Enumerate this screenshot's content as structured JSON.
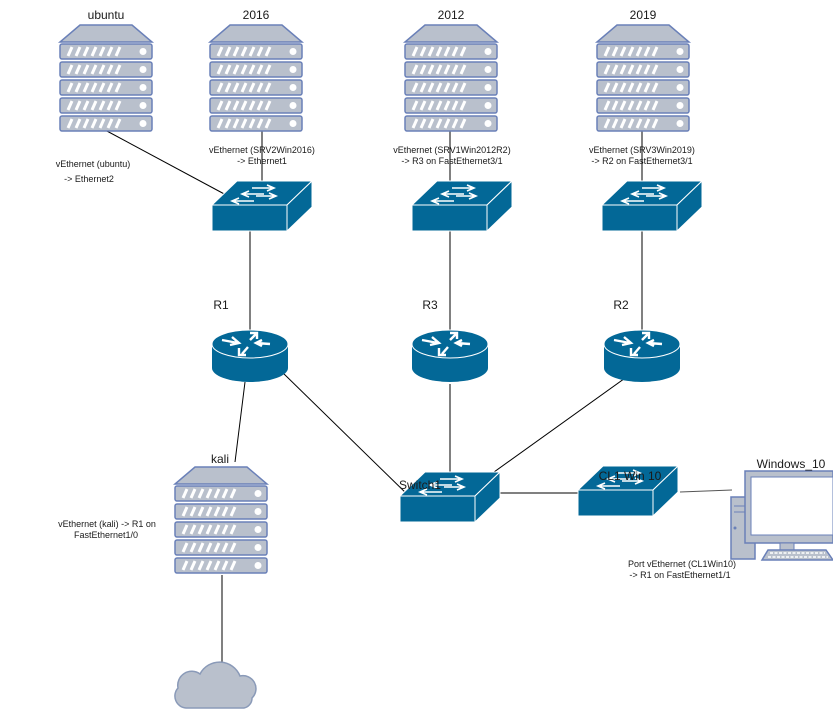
{
  "colors": {
    "device_blue": "#036897",
    "server_fill": "#b9c0cc",
    "server_stroke": "#6a80b8",
    "cloud": "#b9c0cc"
  },
  "servers": [
    {
      "name": "ubuntu",
      "note1": "vEthernet (ubuntu)",
      "note2": "-> Ethernet2"
    },
    {
      "name": "2016",
      "note1": "vEthernet (SRV2Win2016)",
      "note2": "-> Ethernet1"
    },
    {
      "name": "2012",
      "note1": "vEthernet (SRV1Win2012R2)",
      "note2": "-> R3 on  FastEthernet3/1"
    },
    {
      "name": "2019",
      "note1": "vEthernet (SRV3Win2019)",
      "note2": "-> R2 on FastEthernet3/1"
    },
    {
      "name": "kali",
      "note1": "vEthernet (kali) -> R1 on",
      "note2": "FastEthernet1/0"
    }
  ],
  "routers": [
    {
      "name": "R1"
    },
    {
      "name": "R3"
    },
    {
      "name": "R2"
    }
  ],
  "switches": {
    "main": "Switch1",
    "client": "CL1 Win 10"
  },
  "client": {
    "name": "Windows_10",
    "note1": "Port vEthernet (CL1Win10)",
    "note2": "-> R1 on FastEthernet1/1"
  }
}
